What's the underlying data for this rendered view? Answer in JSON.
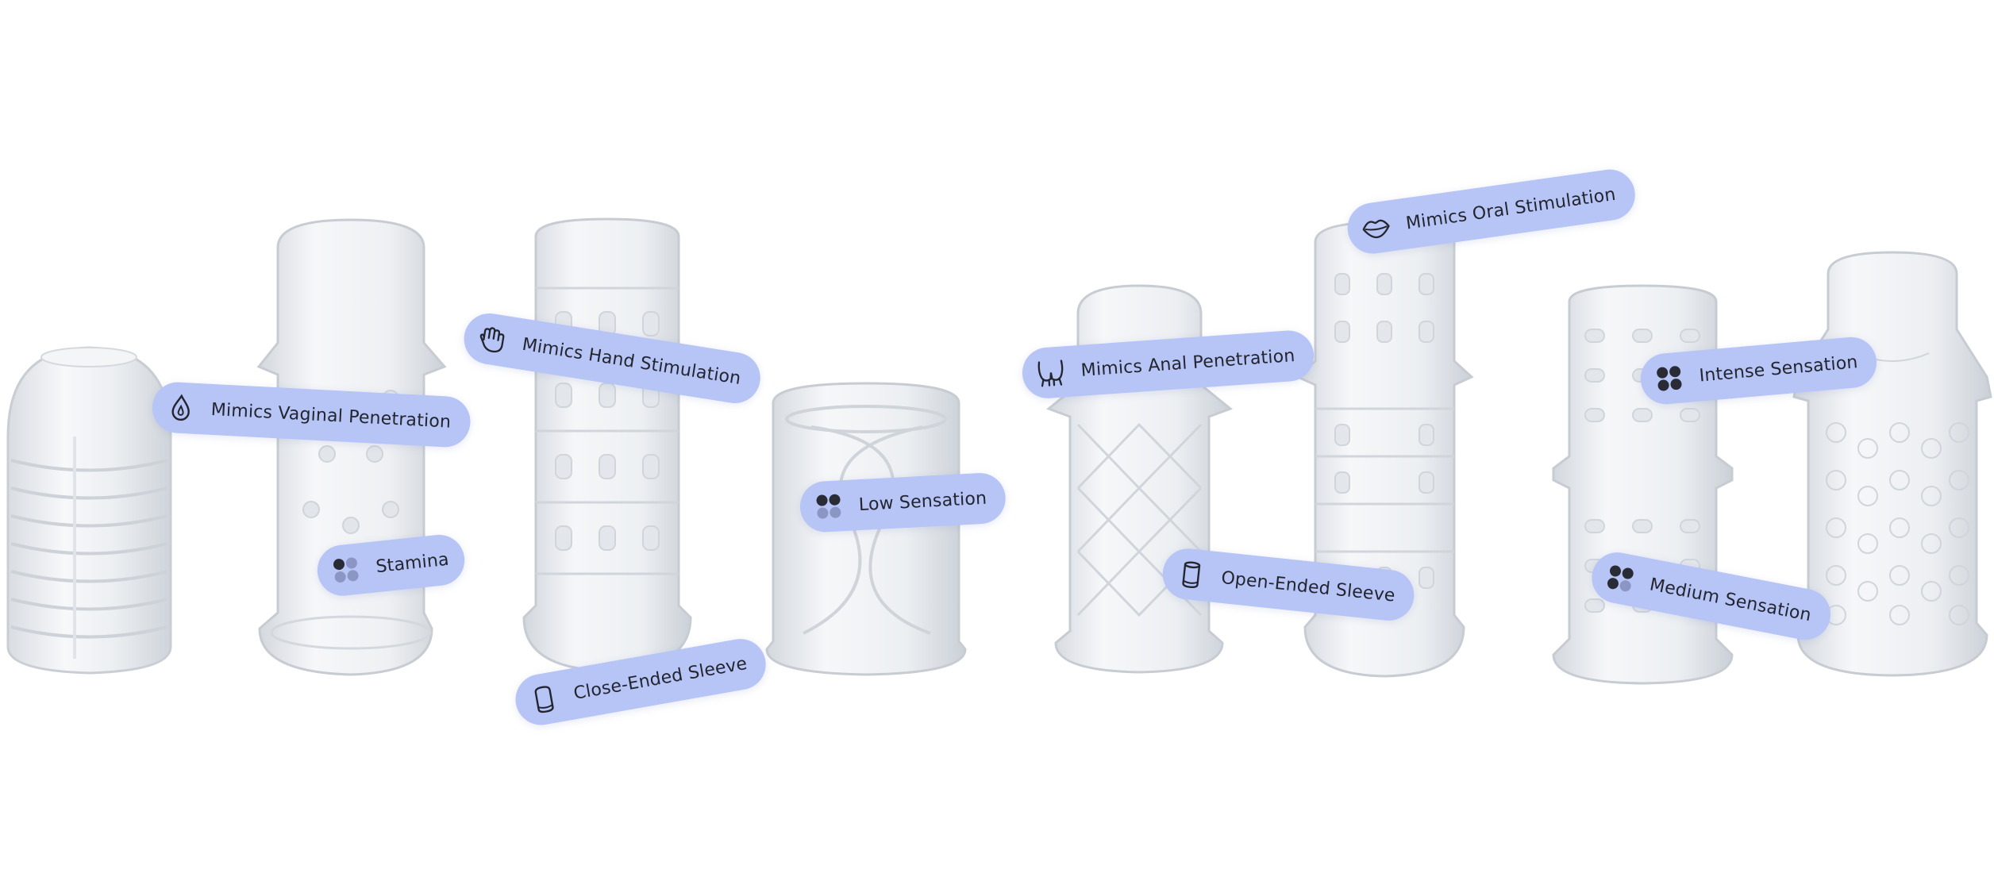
{
  "products": [
    {
      "id": "s1",
      "tags": [
        {
          "icon": "drop-icon",
          "text": "Mimics Vaginal Penetration"
        },
        {
          "icon": "dots-stamina-icon",
          "text": "Stamina"
        }
      ]
    },
    {
      "id": "s2",
      "tags": [
        {
          "icon": "hand-icon",
          "text": "Mimics Hand Stimulation"
        },
        {
          "icon": "closed-sleeve-icon",
          "text": "Close-Ended Sleeve"
        }
      ]
    },
    {
      "id": "s3",
      "tags": [
        {
          "icon": "dots-low-icon",
          "text": "Low Sensation"
        }
      ]
    },
    {
      "id": "s4",
      "tags": [
        {
          "icon": "buttocks-icon",
          "text": "Mimics Anal Penetration"
        },
        {
          "icon": "open-sleeve-icon",
          "text": "Open-Ended Sleeve"
        }
      ]
    },
    {
      "id": "s5",
      "tags": [
        {
          "icon": "lips-icon",
          "text": "Mimics Oral Stimulation"
        }
      ]
    },
    {
      "id": "s6",
      "tags": [
        {
          "icon": "dots-intense-icon",
          "text": "Intense Sensation"
        },
        {
          "icon": "dots-medium-icon",
          "text": "Medium Sensation"
        }
      ]
    }
  ],
  "colors": {
    "pill": "#b6c4f6",
    "text": "#23252f",
    "sleeve": "#e9ecef",
    "dot_on": "#2a2c35",
    "dot_off": "#8c96c4"
  }
}
